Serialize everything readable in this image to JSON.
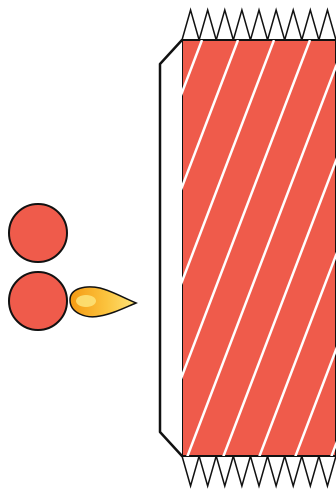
{
  "palette": {
    "background": "#ffffff",
    "wall_fill": "#ef5b4b",
    "wall_stripes": "#ffffff",
    "outline": "#111111",
    "ball_fill": "#ef5b4b",
    "flame_outer": "#f59a12",
    "flame_inner": "#fde47a"
  },
  "icons": {
    "top_spikes": "spikes-icon",
    "bottom_spikes": "spikes-icon",
    "flame": "flame-icon"
  },
  "elements": {
    "balls": [
      {
        "name": "red-ball-top",
        "state": "idle"
      },
      {
        "name": "red-ball-bottom",
        "state": "firing"
      }
    ]
  }
}
